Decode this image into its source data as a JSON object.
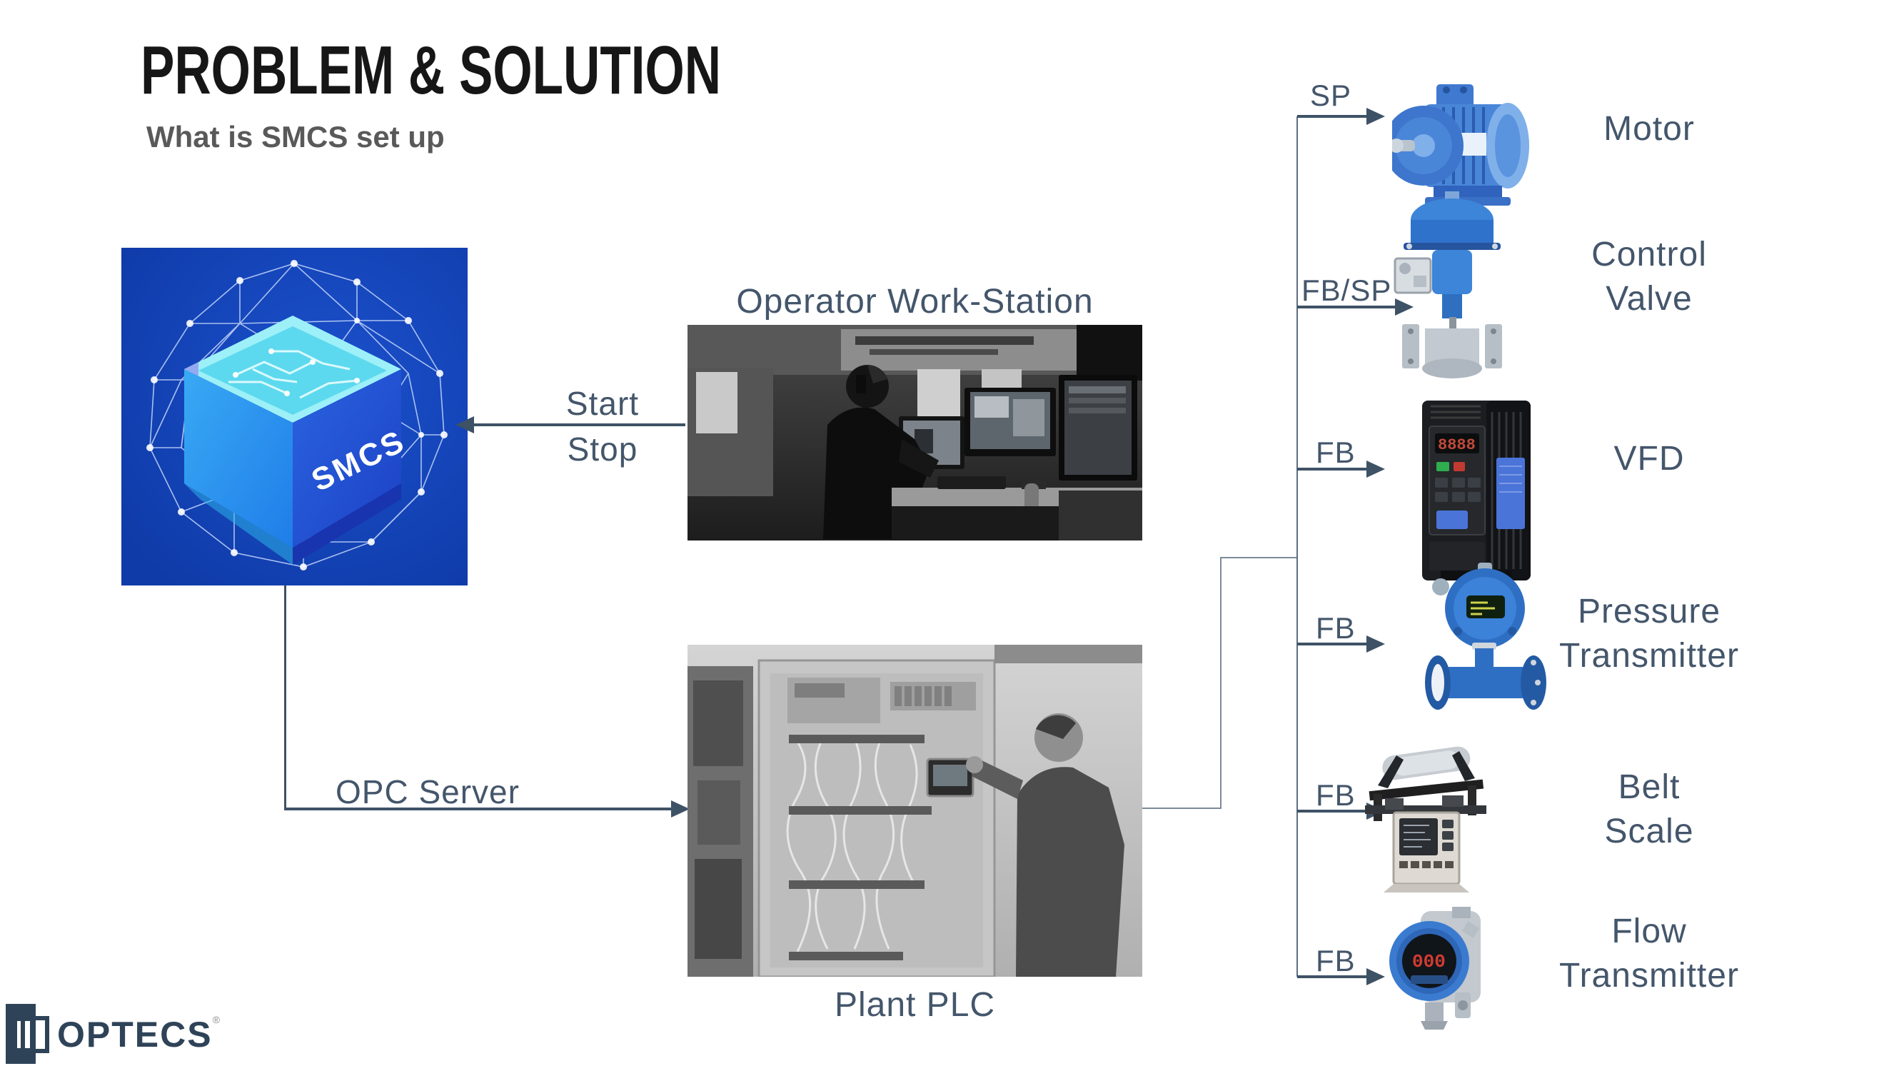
{
  "header": {
    "title": "PROBLEM & SOLUTION",
    "subtitle": "What is SMCS set up"
  },
  "smcs": {
    "cube_label": "SMCS"
  },
  "workstation": {
    "label": "Operator Work-Station"
  },
  "plc": {
    "label": "Plant PLC"
  },
  "links": {
    "start": "Start",
    "stop": "Stop",
    "opc": "OPC Server"
  },
  "devices": [
    {
      "signal": "SP",
      "name": "Motor",
      "lines": [
        "Motor"
      ]
    },
    {
      "signal": "FB/SP",
      "name": "Control Valve",
      "lines": [
        "Control",
        "Valve"
      ]
    },
    {
      "signal": "FB",
      "name": "VFD",
      "lines": [
        "VFD"
      ]
    },
    {
      "signal": "FB",
      "name": "Pressure Transmitter",
      "lines": [
        "Pressure",
        "Transmitter"
      ]
    },
    {
      "signal": "FB",
      "name": "Belt Scale",
      "lines": [
        "Belt",
        "Scale"
      ]
    },
    {
      "signal": "FB",
      "name": "Flow Transmitter",
      "lines": [
        "Flow",
        "Transmitter"
      ]
    }
  ],
  "logo": {
    "text": "OPTECS",
    "registered": "®"
  },
  "colors": {
    "label": "#44566B",
    "arrow": "#3E5266",
    "bus_line": "#5D6F82",
    "smcs_background": "#1243B6",
    "title": "#161616",
    "subtitle": "#595959",
    "logo": "#2F4358"
  }
}
